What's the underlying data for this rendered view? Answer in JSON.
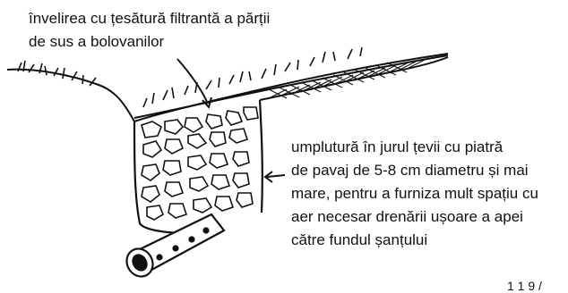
{
  "labels": {
    "top": {
      "lines": [
        "învelirea cu țesătură filtrantă a părții",
        "de sus a bolovanilor"
      ]
    },
    "right": {
      "lines": [
        "umplutură în jurul țevii cu piatră",
        "de pavaj de 5-8 cm diametru și mai",
        "mare, pentru a furniza mult spațiu cu",
        "aer necesar drenării ușoare a apei",
        "către fundul șanțului"
      ]
    }
  },
  "page_number_fragment": "1 1 9 /",
  "colors": {
    "ink": "#111111",
    "paper": "#ffffff"
  }
}
